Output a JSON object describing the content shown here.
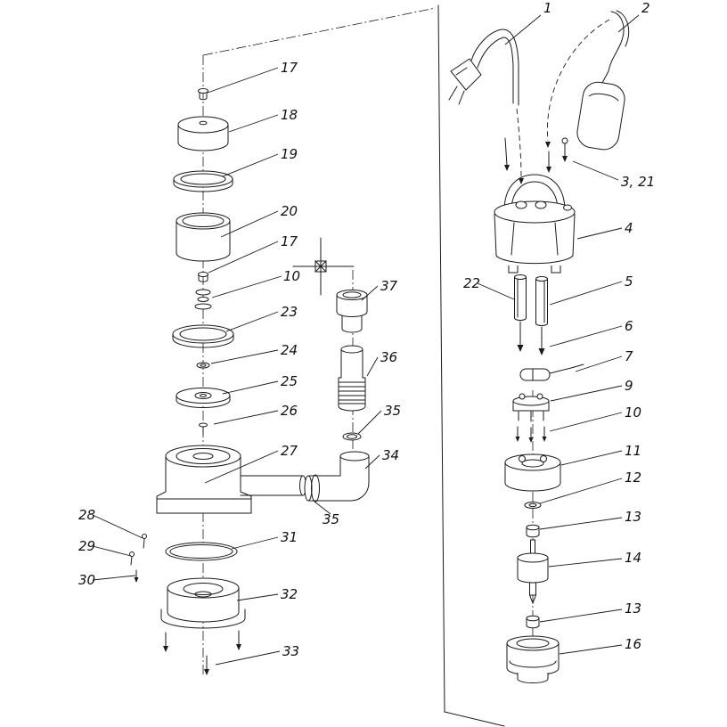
{
  "colors": {
    "ink": "#1a1a1a",
    "background": "#ffffff"
  },
  "labels": [
    {
      "text": "17"
    },
    {
      "text": "18"
    },
    {
      "text": "19"
    },
    {
      "text": "20"
    },
    {
      "text": "17"
    },
    {
      "text": "10"
    },
    {
      "text": "23"
    },
    {
      "text": "24"
    },
    {
      "text": "25"
    },
    {
      "text": "26"
    },
    {
      "text": "27"
    },
    {
      "text": "28"
    },
    {
      "text": "29"
    },
    {
      "text": "30"
    },
    {
      "text": "31"
    },
    {
      "text": "32"
    },
    {
      "text": "33"
    },
    {
      "text": "37"
    },
    {
      "text": "36"
    },
    {
      "text": "35"
    },
    {
      "text": "34"
    },
    {
      "text": "35"
    },
    {
      "text": "1"
    },
    {
      "text": "2"
    },
    {
      "text": "3, 21"
    },
    {
      "text": "4"
    },
    {
      "text": "22"
    },
    {
      "text": "5"
    },
    {
      "text": "6"
    },
    {
      "text": "7"
    },
    {
      "text": "9"
    },
    {
      "text": "10"
    },
    {
      "text": "11"
    },
    {
      "text": "12"
    },
    {
      "text": "13"
    },
    {
      "text": "14"
    },
    {
      "text": "13"
    },
    {
      "text": "16"
    }
  ]
}
